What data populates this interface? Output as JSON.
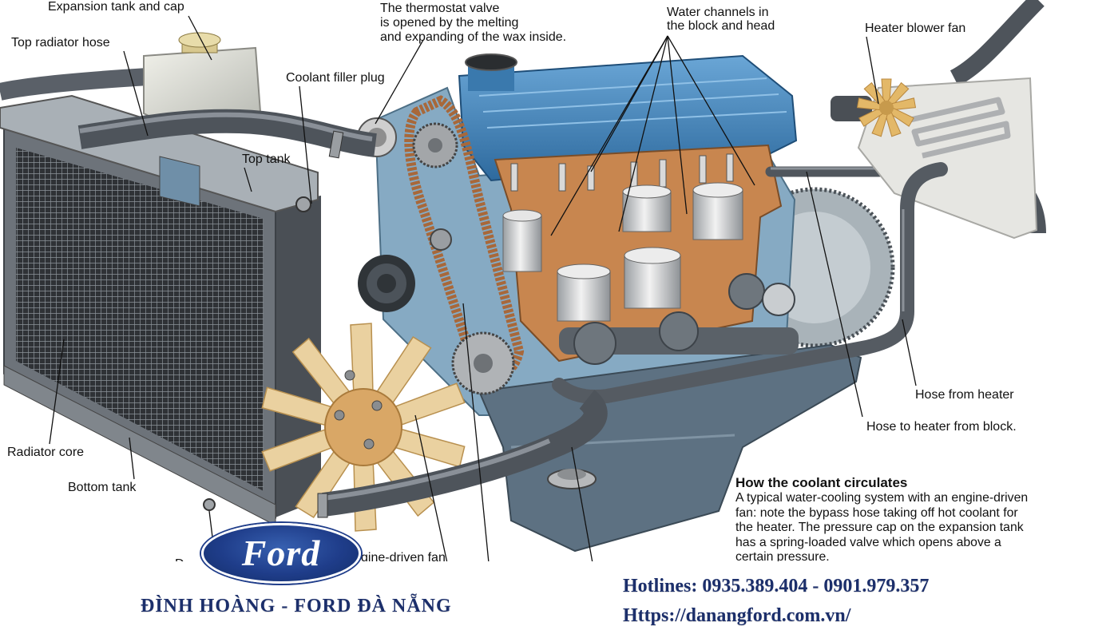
{
  "labels": {
    "expansion_tank": "Expansion tank and cap",
    "top_radiator_hose": "Top radiator hose",
    "thermostat": [
      "The thermostat valve",
      "is opened by the melting",
      "and expanding of the wax inside."
    ],
    "water_channels": [
      "Water channels in",
      "the block and head"
    ],
    "heater_blower_fan": "Heater blower fan",
    "coolant_filler_plug": "Coolant filler plug",
    "top_tank": "Top tank",
    "hose_from_heater": "Hose from heater",
    "hose_to_heater": "Hose to heater from block.",
    "radiator_core": "Radiator core",
    "bottom_tank": "Bottom tank",
    "engine_driven_fan_partial": "gine-driven fan",
    "drain_partial": "D"
  },
  "caption": {
    "title": "How the coolant circulates",
    "lines": [
      "A typical water-cooling system with an engine-driven",
      "fan: note the bypass hose taking off hot coolant for",
      "the heater. The pressure cap on the expansion tank",
      "has a spring-loaded valve which opens above a",
      "certain pressure."
    ]
  },
  "banner": {
    "logo_text": "Ford",
    "dealer": "ĐÌNH HOÀNG - FORD ĐÀ NẴNG",
    "hotlines": "Hotlines: 0935.389.404 - 0901.979.357",
    "website": "Https://danangford.com.vn/"
  },
  "colors": {
    "background": "#ffffff",
    "label_text": "#111111",
    "banner_text": "#1c2f6b",
    "logo_blue": "#1f3d8a",
    "rocker_cover": "#3f82bb",
    "coolant_passages": "#c8864f"
  }
}
